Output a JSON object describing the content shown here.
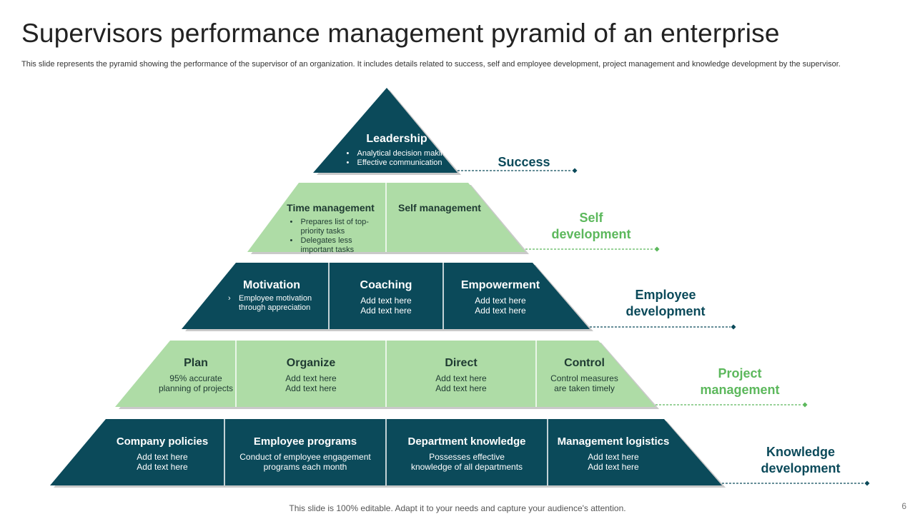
{
  "title": "Supervisors performance management pyramid of an enterprise",
  "subtitle": "This slide represents the pyramid showing the performance of the supervisor of an organization. It includes details related to success, self and employee development, project management and knowledge development by the supervisor.",
  "colors": {
    "dark": "#0b4a5a",
    "light": "#aedca6",
    "accent_light": "#5cb85c",
    "shadow": "#c9c9c9"
  },
  "tiers": [
    {
      "side_label": "Success",
      "cells": [
        {
          "heading": "Leadership",
          "bullets": [
            "Analytical decision making",
            "Effective communication"
          ]
        }
      ]
    },
    {
      "side_label": "Self development",
      "cells": [
        {
          "heading": "Time management",
          "bullets": [
            "Prepares list of top-priority tasks",
            "Delegates less important tasks"
          ]
        },
        {
          "heading": "Self management"
        }
      ]
    },
    {
      "side_label": "Employee development",
      "cells": [
        {
          "heading": "Motivation",
          "bullets": [
            "Employee motivation through appreciation"
          ]
        },
        {
          "heading": "Coaching",
          "lines": [
            "Add text here",
            "Add text here"
          ]
        },
        {
          "heading": "Empowerment",
          "lines": [
            "Add text here",
            "Add text here"
          ]
        }
      ]
    },
    {
      "side_label": "Project management",
      "cells": [
        {
          "heading": "Plan",
          "lines": [
            "95% accurate",
            "planning of projects"
          ]
        },
        {
          "heading": "Organize",
          "lines": [
            "Add text here",
            "Add text here"
          ]
        },
        {
          "heading": "Direct",
          "lines": [
            "Add text here",
            "Add text here"
          ]
        },
        {
          "heading": "Control",
          "lines": [
            "Control measures",
            "are taken timely"
          ]
        }
      ]
    },
    {
      "side_label": "Knowledge development",
      "cells": [
        {
          "heading": "Company policies",
          "lines": [
            "Add text here",
            "Add text here"
          ]
        },
        {
          "heading": "Employee programs",
          "lines": [
            "Conduct of employee engagement",
            "programs each month"
          ]
        },
        {
          "heading": "Department knowledge",
          "lines": [
            "Possesses effective",
            "knowledge of all departments"
          ]
        },
        {
          "heading": "Management logistics",
          "lines": [
            "Add text here",
            "Add text here"
          ]
        }
      ]
    }
  ],
  "footer": "This slide is 100% editable. Adapt it to your needs and capture your audience's attention.",
  "page_number": "6"
}
